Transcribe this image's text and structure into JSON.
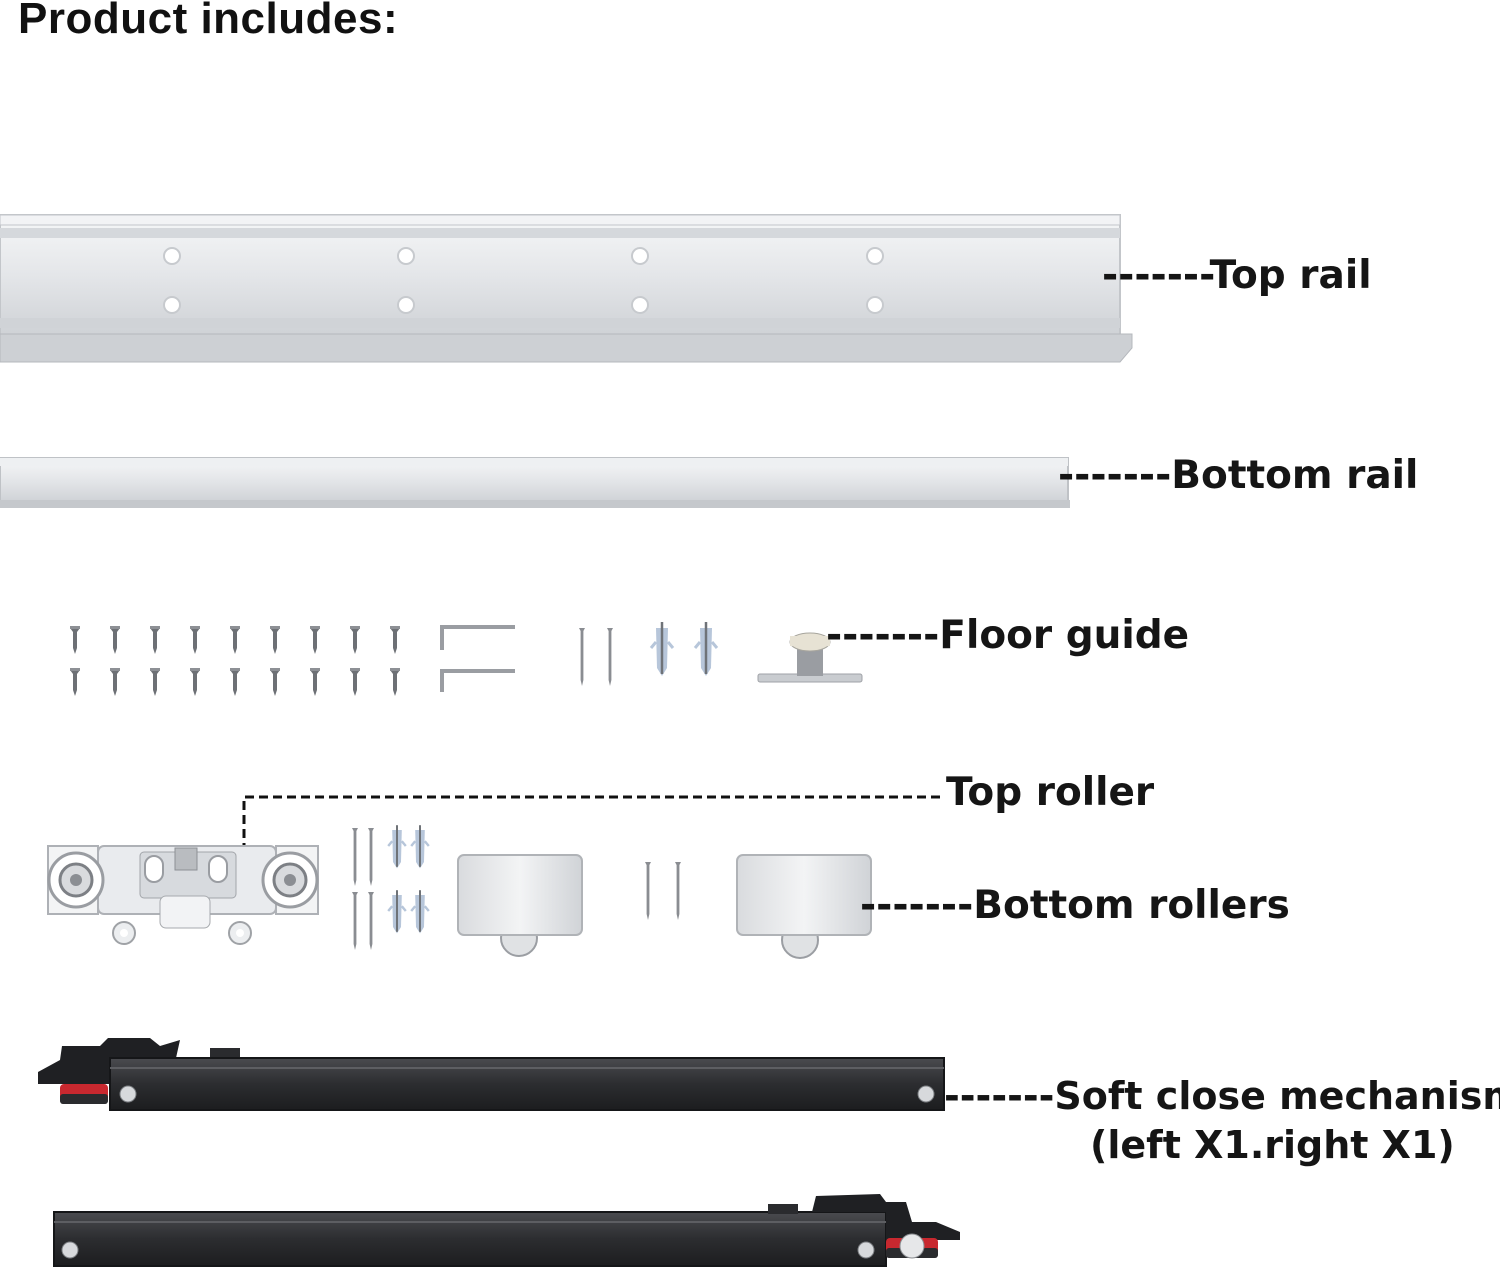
{
  "heading": "Product includes:",
  "parts": {
    "top_rail": "-------Top rail",
    "bottom_rail": "-------Bottom rail",
    "floor_guide": "-------Floor guide",
    "top_roller": "Top roller",
    "bottom_rollers": "-------Bottom rollers",
    "soft_close_line1": "-------Soft close mechanism",
    "soft_close_line2": "(left X1.right X1)"
  },
  "colors": {
    "aluminum": "#e3e5e8",
    "aluminum_shade": "#b9bcc1",
    "damper_body": "#2c2d30",
    "damper_accent": "#c8282f",
    "label": "#151515"
  },
  "icons": [
    "screw-icon",
    "hex-key-icon",
    "wall-anchor-icon",
    "floor-guide-icon",
    "roller-icon"
  ]
}
